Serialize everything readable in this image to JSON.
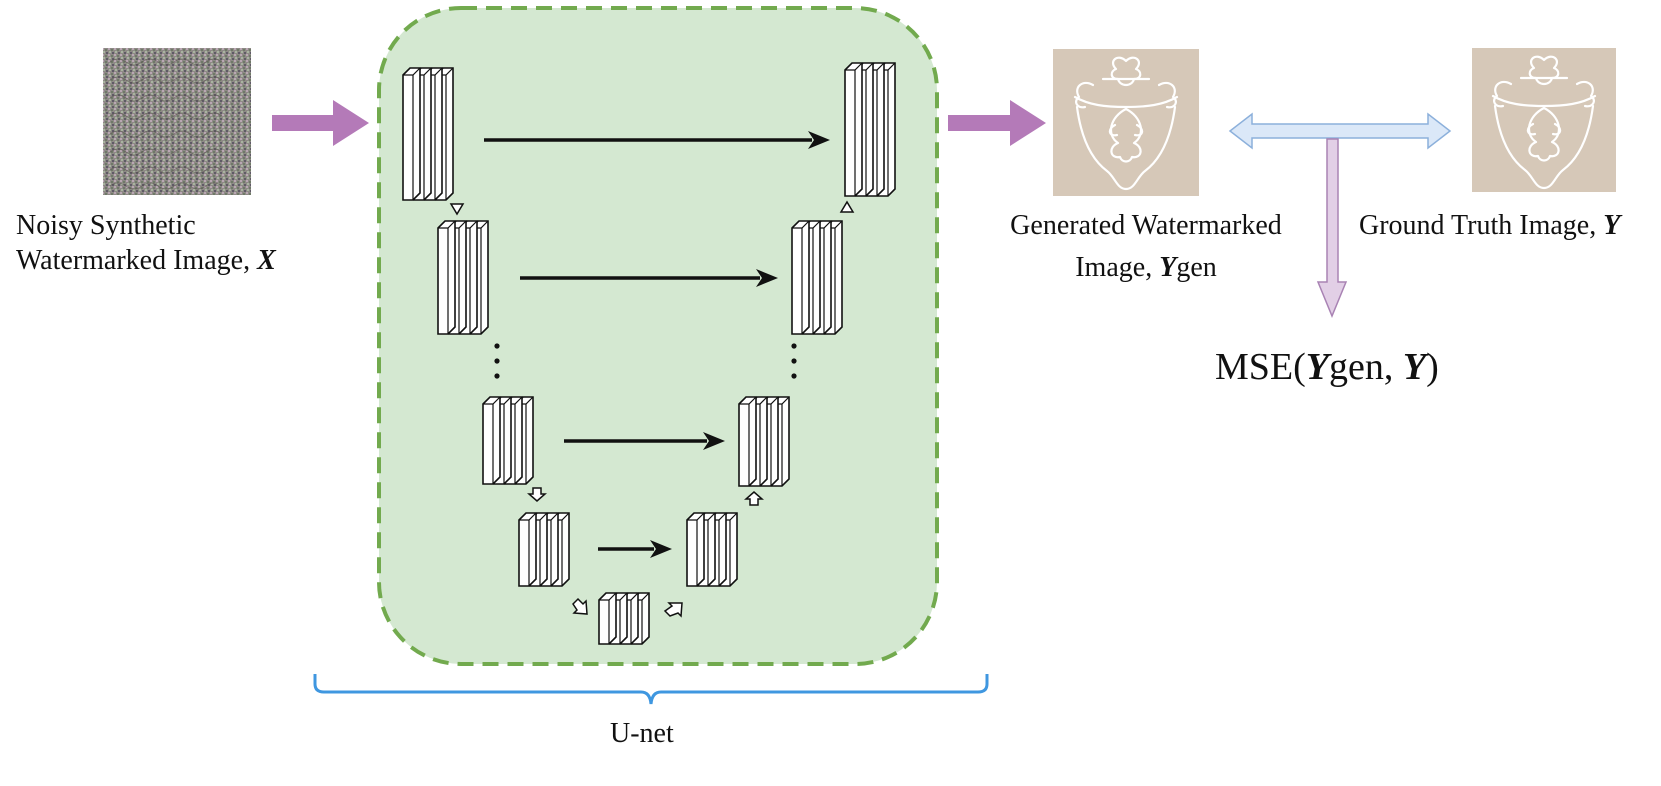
{
  "colors": {
    "unet_fill": "#d4e8d1",
    "unet_border": "#72aa4e",
    "flow_arrow": "#b47ab8",
    "compare_arrow_fill": "#dbe8f8",
    "compare_arrow_stroke": "#8cb0db",
    "loss_arrow_fill": "#e2cfe6",
    "loss_arrow_stroke": "#a983b4",
    "brace": "#3f97e0",
    "watermark_bg": "#d6c8b8",
    "watermark_line": "#ffffff",
    "block_stroke": "#111111",
    "block_fill": "#ffffff"
  },
  "input": {
    "line1": "Noisy Synthetic",
    "line2_text": "Watermarked Image, ",
    "line2_var": "X"
  },
  "generated": {
    "line1": "Generated Watermarked",
    "line2_text": "Image, ",
    "line2_var": "Y",
    "line2_suffix": "gen"
  },
  "ground_truth": {
    "text": "Ground Truth Image, ",
    "var": "Y"
  },
  "loss": {
    "prefix": "MSE(",
    "var1": "Y",
    "mid": "gen, ",
    "var2": "Y",
    "suffix": ")"
  },
  "unet": {
    "label": "U-net"
  }
}
